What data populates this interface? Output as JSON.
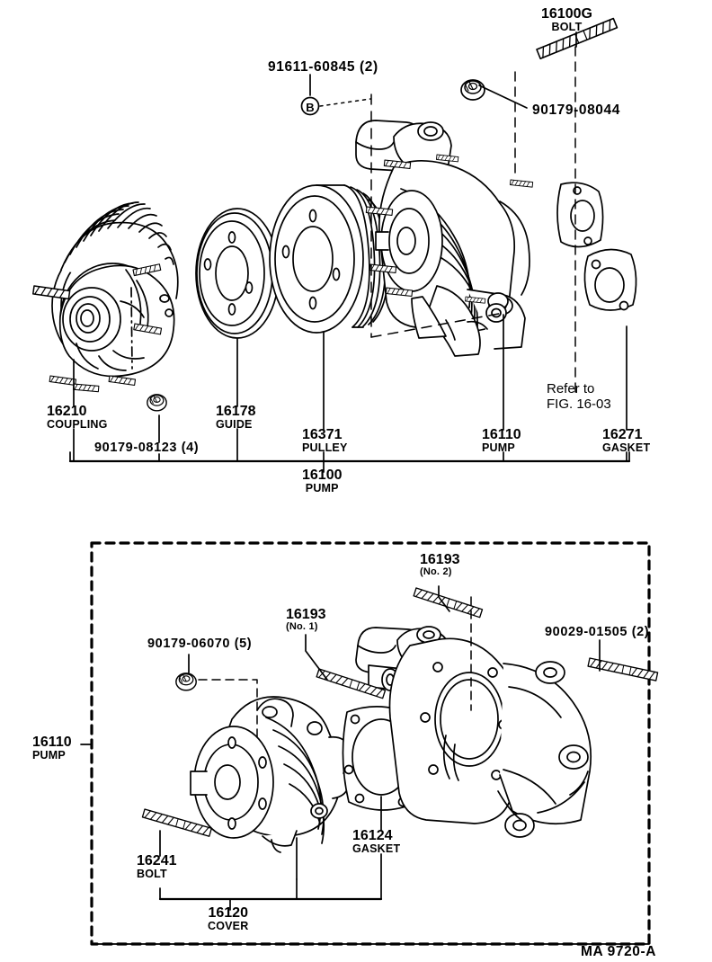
{
  "sheet": {
    "drawing_code": "MA 9720-A",
    "figure_note_line1": "Refer to",
    "figure_note_line2": "FIG. 16-03"
  },
  "top_assembly": {
    "bracket_label": {
      "number": "16100",
      "name": "PUMP"
    },
    "callouts": [
      {
        "id": "c1",
        "number": "91611-60845 (2)",
        "name": "",
        "circle_marker": "B"
      },
      {
        "id": "c2",
        "number": "16100G",
        "name": "BOLT"
      },
      {
        "id": "c3",
        "number": "90179-08044",
        "name": ""
      },
      {
        "id": "c4",
        "number": "16210",
        "name": "COUPLING"
      },
      {
        "id": "c5",
        "number": "90179-08123 (4)",
        "name": ""
      },
      {
        "id": "c6",
        "number": "16178",
        "name": "GUIDE"
      },
      {
        "id": "c7",
        "number": "16371",
        "name": "PULLEY"
      },
      {
        "id": "c8",
        "number": "16110",
        "name": "PUMP"
      },
      {
        "id": "c9",
        "number": "16271",
        "name": "GASKET"
      }
    ]
  },
  "bottom_assembly": {
    "group_label": {
      "number": "16110",
      "name": "PUMP"
    },
    "bracket_label": {
      "number": "16120",
      "name": "COVER"
    },
    "callouts": [
      {
        "id": "d1",
        "number": "90179-06070 (5)",
        "name": ""
      },
      {
        "id": "d2",
        "number": "16193",
        "name": "(No. 1)"
      },
      {
        "id": "d3",
        "number": "16193",
        "name": "(No. 2)"
      },
      {
        "id": "d4",
        "number": "90029-01505 (2)",
        "name": ""
      },
      {
        "id": "d5",
        "number": "16241",
        "name": "BOLT"
      },
      {
        "id": "d6",
        "number": "16124",
        "name": "GASKET"
      }
    ]
  },
  "colors": {
    "ink": "#000000",
    "paper": "#ffffff"
  }
}
